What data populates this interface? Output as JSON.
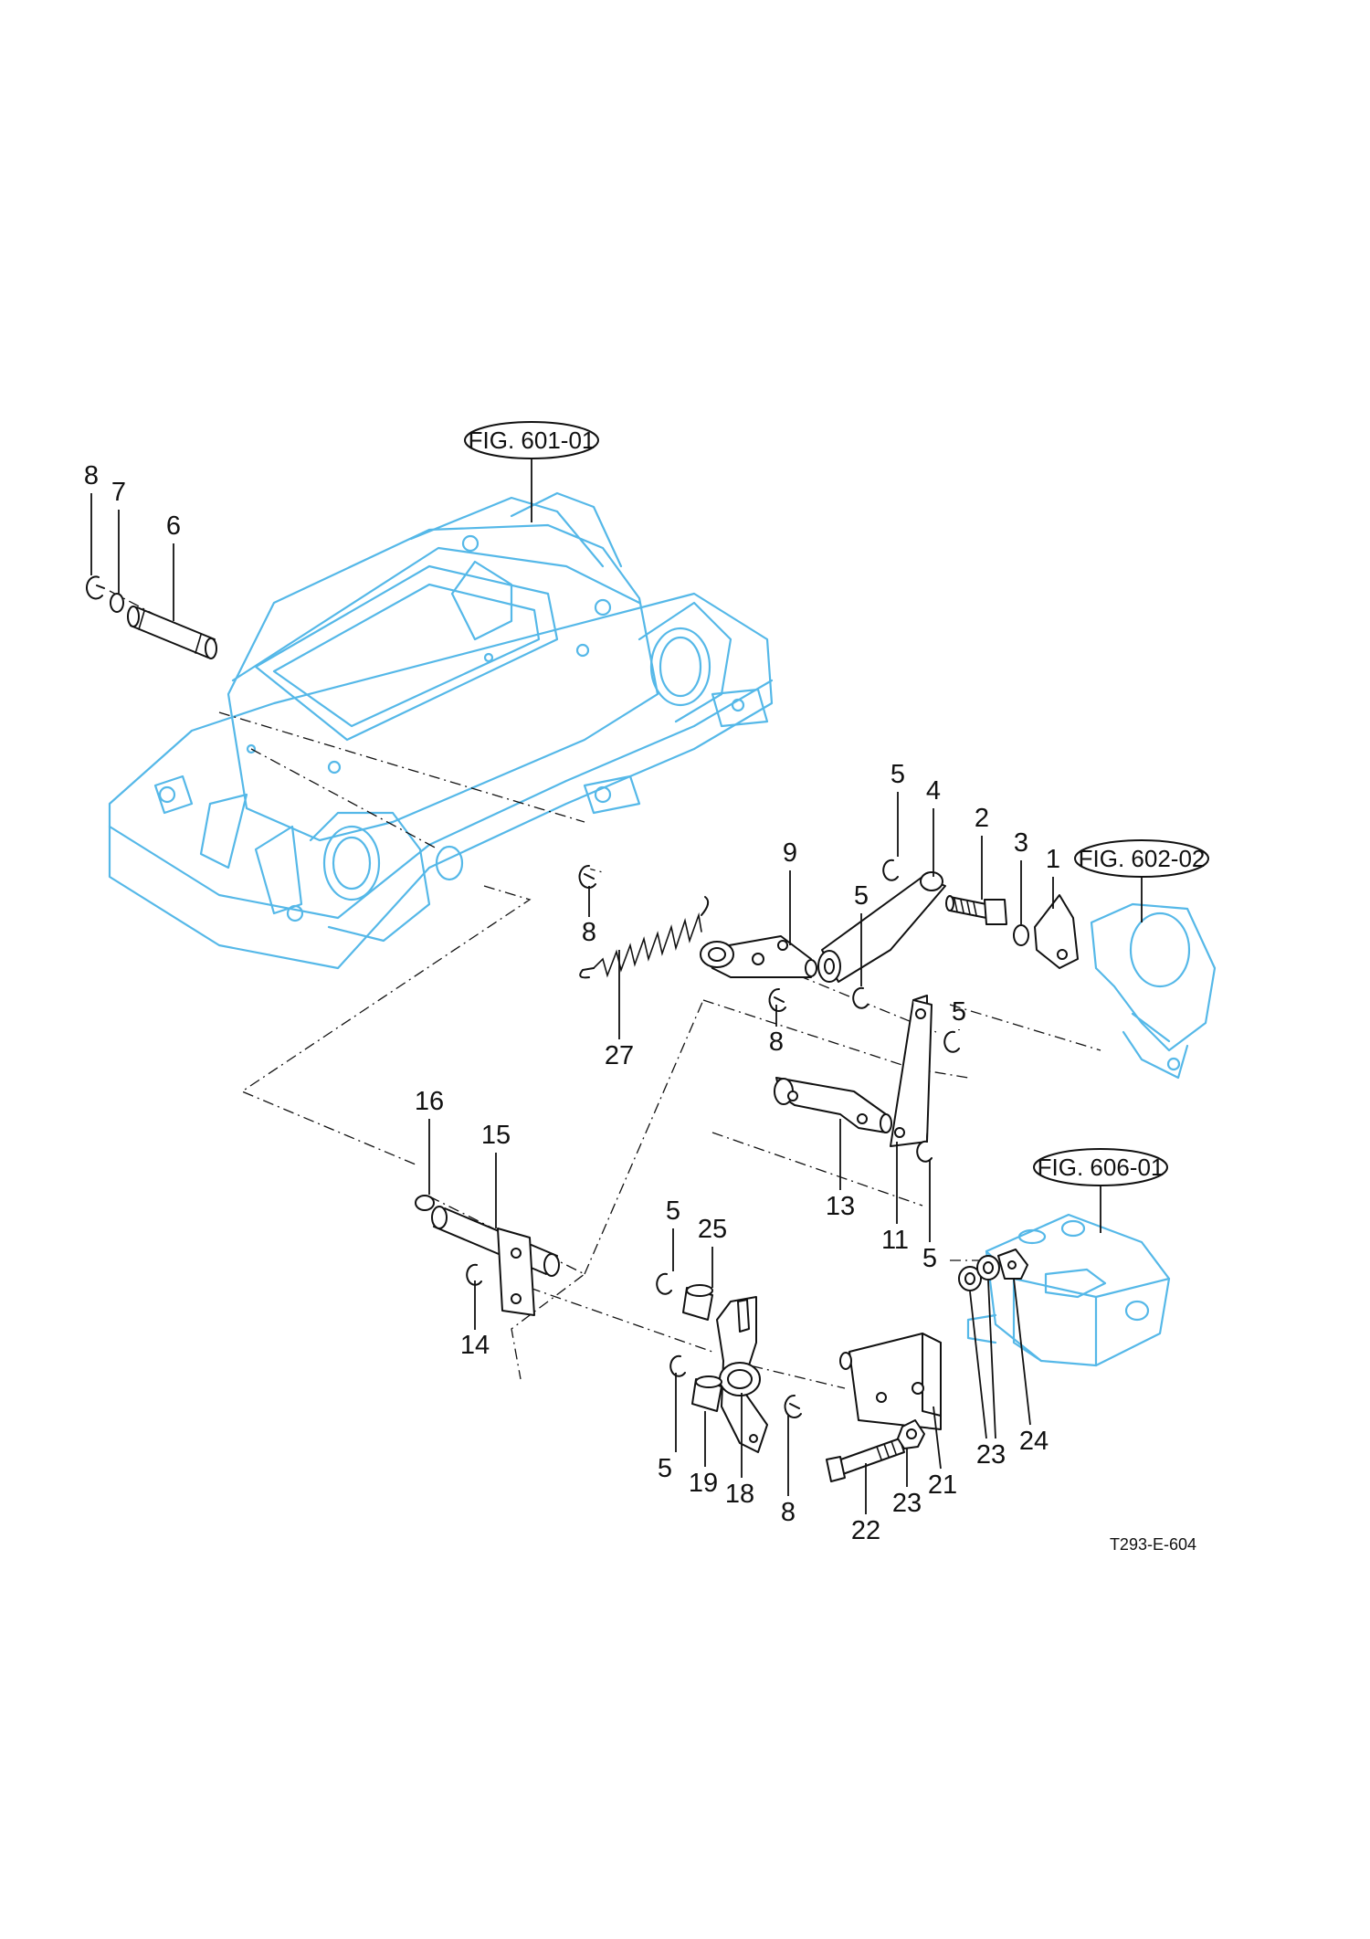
{
  "figure_refs": {
    "fig_601": "FIG. 601-01",
    "fig_602": "FIG. 602-02",
    "fig_606": "FIG. 606-01"
  },
  "drawing_code": "T293-E-604",
  "colors": {
    "reference_assembly": "#55b8e8",
    "parts": "#111111",
    "background": "#ffffff"
  },
  "callouts": {
    "c1": "1",
    "c2": "2",
    "c3": "3",
    "c4": "4",
    "c5a": "5",
    "c5b": "5",
    "c5c": "5",
    "c5d": "5",
    "c5e": "5",
    "c5f": "5",
    "c6": "6",
    "c7": "7",
    "c8a": "8",
    "c8b": "8",
    "c8c": "8",
    "c8d": "8",
    "c9": "9",
    "c11": "11",
    "c13": "13",
    "c14": "14",
    "c15": "15",
    "c16": "16",
    "c18": "18",
    "c19": "19",
    "c21": "21",
    "c22": "22",
    "c23a": "23",
    "c23b": "23",
    "c24": "24",
    "c25": "25",
    "c27": "27"
  }
}
